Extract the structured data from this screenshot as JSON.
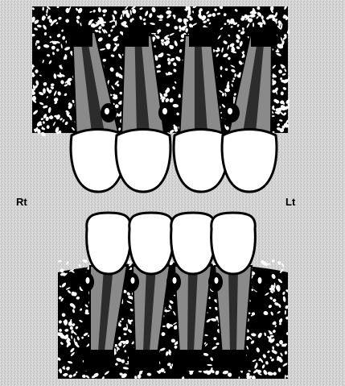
{
  "labels": {
    "right": "Rt",
    "left": "Lt"
  },
  "colors": {
    "background": "#d2d2d2",
    "bone_dark": "#000000",
    "bone_light": "#ffffff",
    "root": "#8a8a8a",
    "pulp": "#2c2c2c",
    "crown": "#ffffff",
    "outline": "#000000"
  },
  "icons": {
    "bone": "cancellous-bone-pattern",
    "tooth": "incisor-tooth-icon",
    "attachment": "root-attachment-marker-icon"
  }
}
